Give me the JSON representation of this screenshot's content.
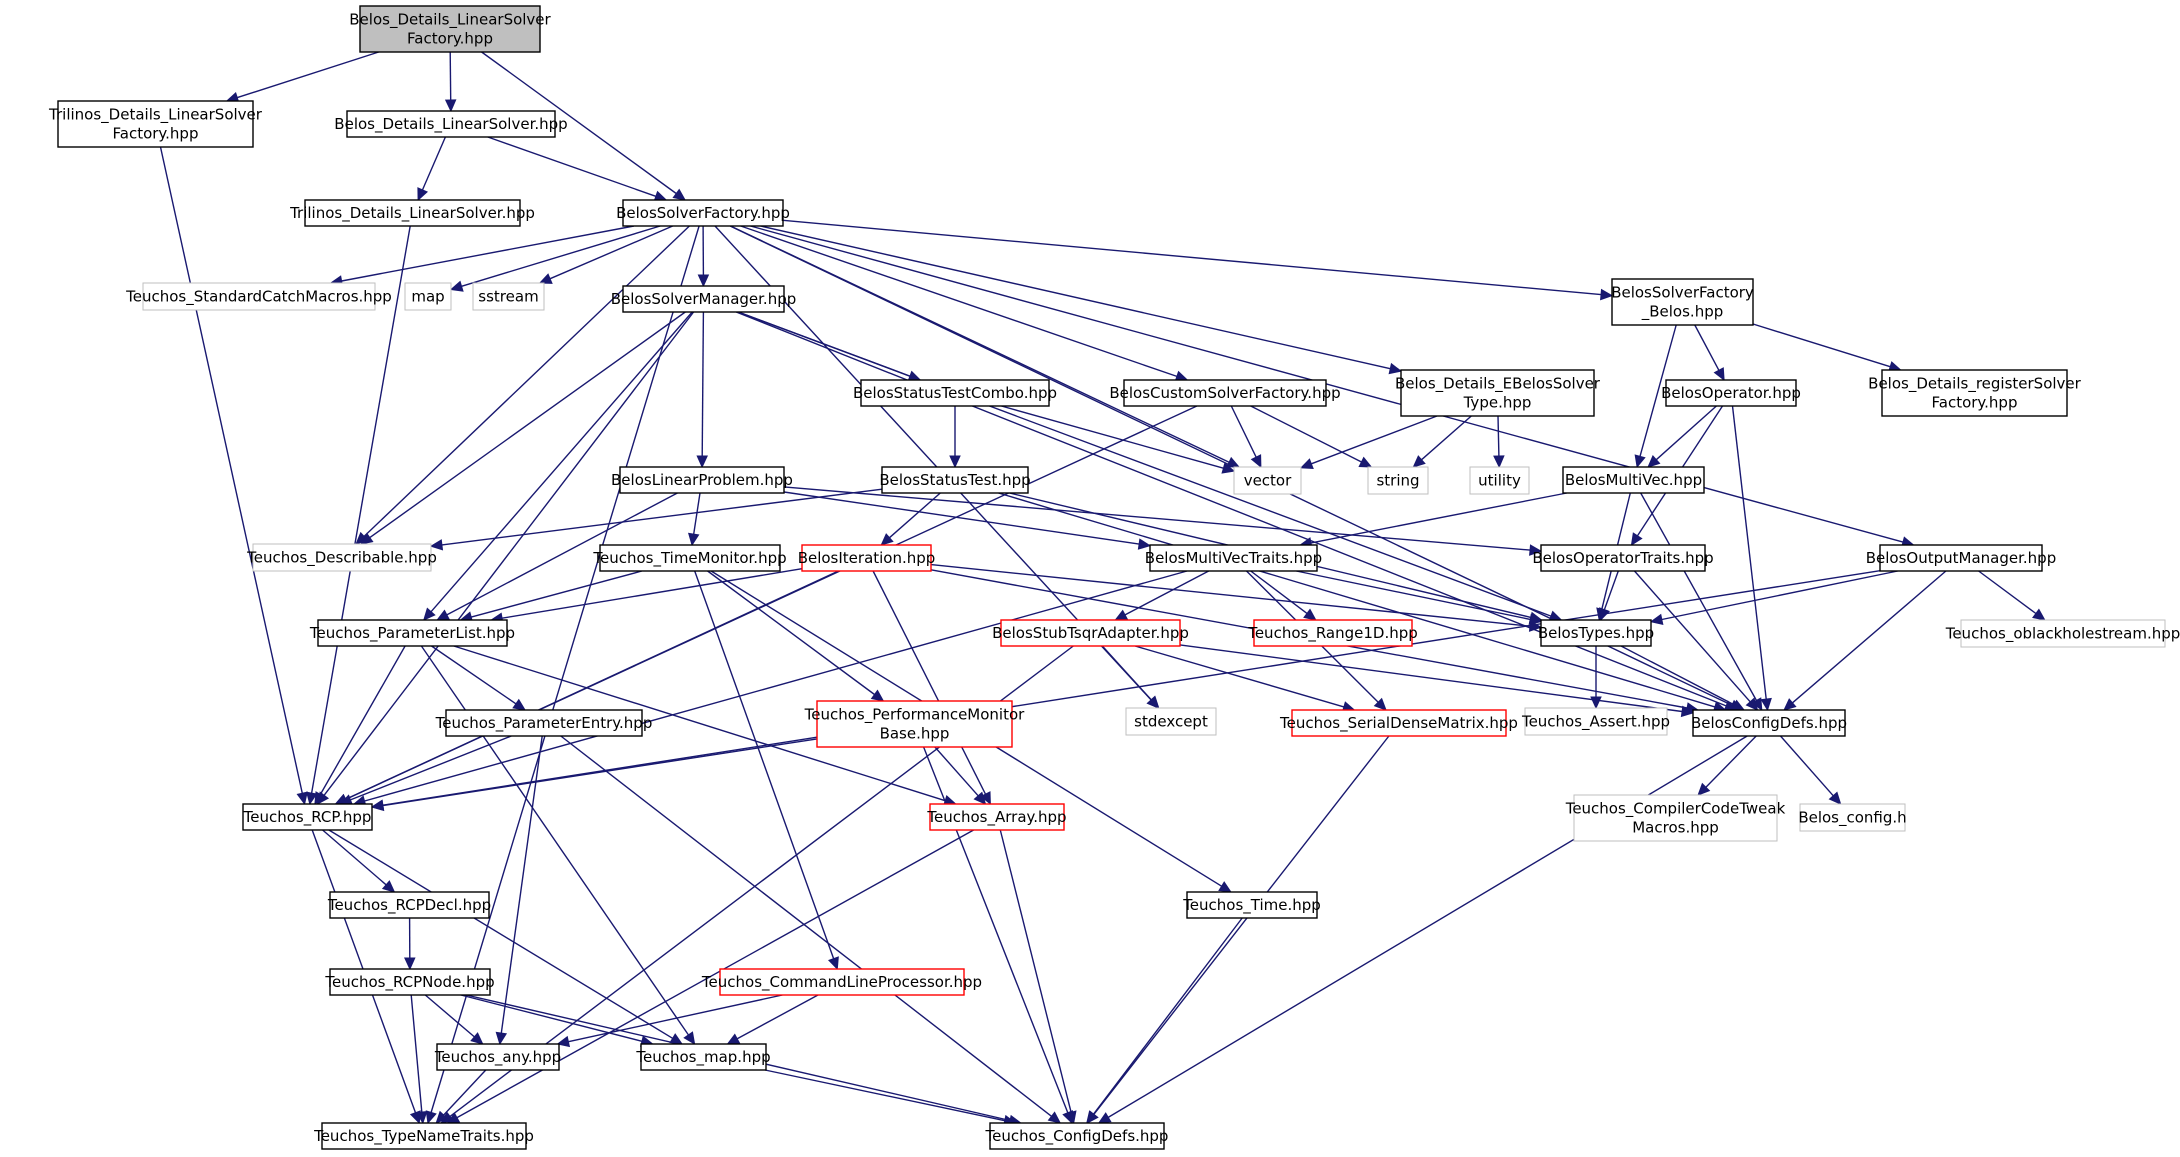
{
  "diagram": {
    "colors": {
      "edge": "#191970",
      "border_normal": "#000000",
      "border_truncated": "#ff0000",
      "border_external": "#bfbfbf",
      "fill_root": "#bfbfbf",
      "fill_default": "#ffffff"
    },
    "nodes": [
      {
        "id": "root",
        "label": [
          "Belos_Details_LinearSolver",
          "Factory.hpp"
        ],
        "style": "root"
      },
      {
        "id": "tril_factory",
        "label": [
          "Trilinos_Details_LinearSolver",
          "Factory.hpp"
        ],
        "style": "normal"
      },
      {
        "id": "belos_lin_solver",
        "label": [
          "Belos_Details_LinearSolver.hpp"
        ],
        "style": "normal"
      },
      {
        "id": "tril_lin_solver",
        "label": [
          "Trilinos_Details_LinearSolver.hpp"
        ],
        "style": "normal"
      },
      {
        "id": "solver_factory",
        "label": [
          "BelosSolverFactory.hpp"
        ],
        "style": "normal"
      },
      {
        "id": "std_catch",
        "label": [
          "Teuchos_StandardCatchMacros.hpp"
        ],
        "style": "external"
      },
      {
        "id": "map",
        "label": [
          "map"
        ],
        "style": "external"
      },
      {
        "id": "sstream",
        "label": [
          "sstream"
        ],
        "style": "external"
      },
      {
        "id": "solver_manager",
        "label": [
          "BelosSolverManager.hpp"
        ],
        "style": "normal"
      },
      {
        "id": "sf_belos",
        "label": [
          "BelosSolverFactory",
          "_Belos.hpp"
        ],
        "style": "normal"
      },
      {
        "id": "register_factory",
        "label": [
          "Belos_Details_registerSolver",
          "Factory.hpp"
        ],
        "style": "normal"
      },
      {
        "id": "status_combo",
        "label": [
          "BelosStatusTestCombo.hpp"
        ],
        "style": "normal"
      },
      {
        "id": "custom_factory",
        "label": [
          "BelosCustomSolverFactory.hpp"
        ],
        "style": "normal"
      },
      {
        "id": "ebelos_type",
        "label": [
          "Belos_Details_EBelosSolver",
          "Type.hpp"
        ],
        "style": "normal"
      },
      {
        "id": "operator",
        "label": [
          "BelosOperator.hpp"
        ],
        "style": "normal"
      },
      {
        "id": "vector",
        "label": [
          "vector"
        ],
        "style": "external"
      },
      {
        "id": "string",
        "label": [
          "string"
        ],
        "style": "external"
      },
      {
        "id": "utility",
        "label": [
          "utility"
        ],
        "style": "external"
      },
      {
        "id": "linear_problem",
        "label": [
          "BelosLinearProblem.hpp"
        ],
        "style": "normal"
      },
      {
        "id": "status_test",
        "label": [
          "BelosStatusTest.hpp"
        ],
        "style": "normal"
      },
      {
        "id": "multivec",
        "label": [
          "BelosMultiVec.hpp"
        ],
        "style": "normal"
      },
      {
        "id": "describable",
        "label": [
          "Teuchos_Describable.hpp"
        ],
        "style": "external"
      },
      {
        "id": "time_monitor",
        "label": [
          "Teuchos_TimeMonitor.hpp"
        ],
        "style": "normal"
      },
      {
        "id": "iteration",
        "label": [
          "BelosIteration.hpp"
        ],
        "style": "truncated"
      },
      {
        "id": "mv_traits",
        "label": [
          "BelosMultiVecTraits.hpp"
        ],
        "style": "normal"
      },
      {
        "id": "op_traits",
        "label": [
          "BelosOperatorTraits.hpp"
        ],
        "style": "normal"
      },
      {
        "id": "output_manager",
        "label": [
          "BelosOutputManager.hpp"
        ],
        "style": "normal"
      },
      {
        "id": "param_list",
        "label": [
          "Teuchos_ParameterList.hpp"
        ],
        "style": "normal"
      },
      {
        "id": "tsqr_adapter",
        "label": [
          "BelosStubTsqrAdapter.hpp"
        ],
        "style": "truncated"
      },
      {
        "id": "range1d",
        "label": [
          "Teuchos_Range1D.hpp"
        ],
        "style": "truncated"
      },
      {
        "id": "belos_types",
        "label": [
          "BelosTypes.hpp"
        ],
        "style": "normal"
      },
      {
        "id": "oblackhole",
        "label": [
          "Teuchos_oblackholestream.hpp"
        ],
        "style": "external"
      },
      {
        "id": "param_entry",
        "label": [
          "Teuchos_ParameterEntry.hpp"
        ],
        "style": "normal"
      },
      {
        "id": "perf_monitor",
        "label": [
          "Teuchos_PerformanceMonitor",
          "Base.hpp"
        ],
        "style": "truncated"
      },
      {
        "id": "stdexcept",
        "label": [
          "stdexcept"
        ],
        "style": "external"
      },
      {
        "id": "serial_dense",
        "label": [
          "Teuchos_SerialDenseMatrix.hpp"
        ],
        "style": "truncated"
      },
      {
        "id": "assert",
        "label": [
          "Teuchos_Assert.hpp"
        ],
        "style": "external"
      },
      {
        "id": "config_defs",
        "label": [
          "BelosConfigDefs.hpp"
        ],
        "style": "normal"
      },
      {
        "id": "rcp",
        "label": [
          "Teuchos_RCP.hpp"
        ],
        "style": "normal"
      },
      {
        "id": "array",
        "label": [
          "Teuchos_Array.hpp"
        ],
        "style": "truncated"
      },
      {
        "id": "compiler_tweak",
        "label": [
          "Teuchos_CompilerCodeTweak",
          "Macros.hpp"
        ],
        "style": "external"
      },
      {
        "id": "belos_config",
        "label": [
          "Belos_config.h"
        ],
        "style": "external"
      },
      {
        "id": "rcp_decl",
        "label": [
          "Teuchos_RCPDecl.hpp"
        ],
        "style": "normal"
      },
      {
        "id": "teuchos_time",
        "label": [
          "Teuchos_Time.hpp"
        ],
        "style": "normal"
      },
      {
        "id": "rcp_node",
        "label": [
          "Teuchos_RCPNode.hpp"
        ],
        "style": "normal"
      },
      {
        "id": "cmdline",
        "label": [
          "Teuchos_CommandLineProcessor.hpp"
        ],
        "style": "truncated"
      },
      {
        "id": "any",
        "label": [
          "Teuchos_any.hpp"
        ],
        "style": "normal"
      },
      {
        "id": "teuchos_map",
        "label": [
          "Teuchos_map.hpp"
        ],
        "style": "normal"
      },
      {
        "id": "type_name_traits",
        "label": [
          "Teuchos_TypeNameTraits.hpp"
        ],
        "style": "normal"
      },
      {
        "id": "teuchos_config",
        "label": [
          "Teuchos_ConfigDefs.hpp"
        ],
        "style": "normal"
      }
    ],
    "edges": [
      [
        "root",
        "tril_factory"
      ],
      [
        "root",
        "belos_lin_solver"
      ],
      [
        "root",
        "solver_factory"
      ],
      [
        "tril_factory",
        "rcp"
      ],
      [
        "belos_lin_solver",
        "tril_lin_solver"
      ],
      [
        "belos_lin_solver",
        "solver_factory"
      ],
      [
        "tril_lin_solver",
        "rcp"
      ],
      [
        "solver_factory",
        "std_catch"
      ],
      [
        "solver_factory",
        "map"
      ],
      [
        "solver_factory",
        "sstream"
      ],
      [
        "solver_factory",
        "solver_manager"
      ],
      [
        "solver_factory",
        "sf_belos"
      ],
      [
        "solver_factory",
        "custom_factory"
      ],
      [
        "solver_factory",
        "ebelos_type"
      ],
      [
        "solver_factory",
        "vector"
      ],
      [
        "solver_factory",
        "describable"
      ],
      [
        "solver_factory",
        "stdexcept"
      ],
      [
        "solver_factory",
        "output_manager"
      ],
      [
        "solver_factory",
        "config_defs"
      ],
      [
        "solver_factory",
        "type_name_traits"
      ],
      [
        "solver_manager",
        "status_combo"
      ],
      [
        "solver_manager",
        "linear_problem"
      ],
      [
        "solver_manager",
        "describable"
      ],
      [
        "solver_manager",
        "param_list"
      ],
      [
        "solver_manager",
        "rcp"
      ],
      [
        "solver_manager",
        "belos_types"
      ],
      [
        "solver_manager",
        "config_defs"
      ],
      [
        "sf_belos",
        "register_factory"
      ],
      [
        "sf_belos",
        "operator"
      ],
      [
        "sf_belos",
        "multivec"
      ],
      [
        "status_combo",
        "status_test"
      ],
      [
        "status_combo",
        "vector"
      ],
      [
        "custom_factory",
        "vector"
      ],
      [
        "custom_factory",
        "string"
      ],
      [
        "custom_factory",
        "rcp"
      ],
      [
        "ebelos_type",
        "vector"
      ],
      [
        "ebelos_type",
        "string"
      ],
      [
        "ebelos_type",
        "utility"
      ],
      [
        "operator",
        "multivec"
      ],
      [
        "operator",
        "op_traits"
      ],
      [
        "operator",
        "config_defs"
      ],
      [
        "linear_problem",
        "time_monitor"
      ],
      [
        "linear_problem",
        "param_list"
      ],
      [
        "linear_problem",
        "mv_traits"
      ],
      [
        "linear_problem",
        "op_traits"
      ],
      [
        "status_test",
        "iteration"
      ],
      [
        "status_test",
        "describable"
      ],
      [
        "status_test",
        "belos_types"
      ],
      [
        "status_test",
        "config_defs"
      ],
      [
        "multivec",
        "mv_traits"
      ],
      [
        "multivec",
        "belos_types"
      ],
      [
        "multivec",
        "config_defs"
      ],
      [
        "time_monitor",
        "param_list"
      ],
      [
        "time_monitor",
        "perf_monitor"
      ],
      [
        "time_monitor",
        "cmdline"
      ],
      [
        "time_monitor",
        "teuchos_time"
      ],
      [
        "iteration",
        "param_list"
      ],
      [
        "iteration",
        "rcp"
      ],
      [
        "iteration",
        "array"
      ],
      [
        "iteration",
        "belos_types"
      ],
      [
        "iteration",
        "config_defs"
      ],
      [
        "mv_traits",
        "tsqr_adapter"
      ],
      [
        "mv_traits",
        "range1d"
      ],
      [
        "mv_traits",
        "serial_dense"
      ],
      [
        "mv_traits",
        "belos_types"
      ],
      [
        "mv_traits",
        "rcp"
      ],
      [
        "op_traits",
        "belos_types"
      ],
      [
        "op_traits",
        "config_defs"
      ],
      [
        "output_manager",
        "oblackhole"
      ],
      [
        "output_manager",
        "belos_types"
      ],
      [
        "output_manager",
        "config_defs"
      ],
      [
        "output_manager",
        "rcp"
      ],
      [
        "param_list",
        "param_entry"
      ],
      [
        "param_list",
        "rcp"
      ],
      [
        "param_list",
        "array"
      ],
      [
        "param_list",
        "teuchos_map"
      ],
      [
        "tsqr_adapter",
        "stdexcept"
      ],
      [
        "tsqr_adapter",
        "serial_dense"
      ],
      [
        "tsqr_adapter",
        "config_defs"
      ],
      [
        "tsqr_adapter",
        "type_name_traits"
      ],
      [
        "belos_types",
        "assert"
      ],
      [
        "belos_types",
        "config_defs"
      ],
      [
        "param_entry",
        "rcp"
      ],
      [
        "param_entry",
        "any"
      ],
      [
        "param_entry",
        "teuchos_config"
      ],
      [
        "perf_monitor",
        "rcp"
      ],
      [
        "perf_monitor",
        "array"
      ],
      [
        "perf_monitor",
        "teuchos_config"
      ],
      [
        "serial_dense",
        "teuchos_config"
      ],
      [
        "config_defs",
        "compiler_tweak"
      ],
      [
        "config_defs",
        "belos_config"
      ],
      [
        "config_defs",
        "teuchos_config"
      ],
      [
        "rcp",
        "rcp_decl"
      ],
      [
        "rcp",
        "teuchos_map"
      ],
      [
        "rcp",
        "type_name_traits"
      ],
      [
        "array",
        "teuchos_config"
      ],
      [
        "array",
        "type_name_traits"
      ],
      [
        "rcp_decl",
        "rcp_node"
      ],
      [
        "teuchos_time",
        "teuchos_config"
      ],
      [
        "rcp_node",
        "any"
      ],
      [
        "rcp_node",
        "teuchos_map"
      ],
      [
        "rcp_node",
        "type_name_traits"
      ],
      [
        "rcp_node",
        "teuchos_config"
      ],
      [
        "cmdline",
        "any"
      ],
      [
        "cmdline",
        "teuchos_map"
      ],
      [
        "any",
        "type_name_traits"
      ],
      [
        "teuchos_map",
        "teuchos_config"
      ]
    ]
  }
}
